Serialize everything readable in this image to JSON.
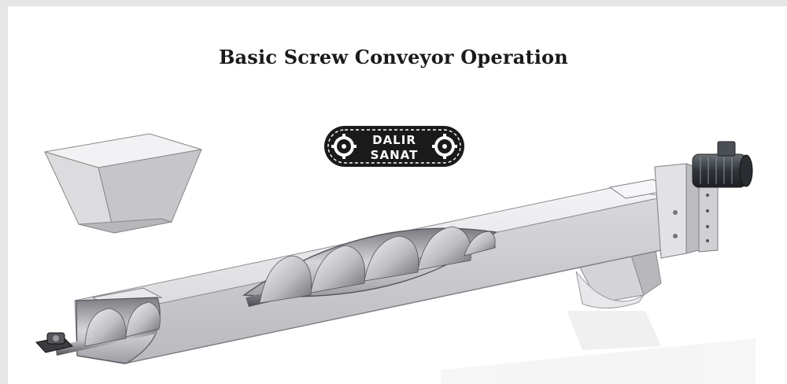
{
  "title": "Basic Screw Conveyor Operation",
  "logo": {
    "line1": "DALIR",
    "line2": "SANAT"
  },
  "colors": {
    "background": "#ffffff",
    "metal_light": "#e4e4e6",
    "metal_mid": "#c9c9cd",
    "metal_dark": "#8d8d92",
    "logo_dark": "#1a1a1a",
    "motor": "#3a3f44"
  },
  "components": [
    "inlet-hopper",
    "screw-trough",
    "helical-flights",
    "drive-motor",
    "outlet-chute",
    "end-bearing"
  ]
}
